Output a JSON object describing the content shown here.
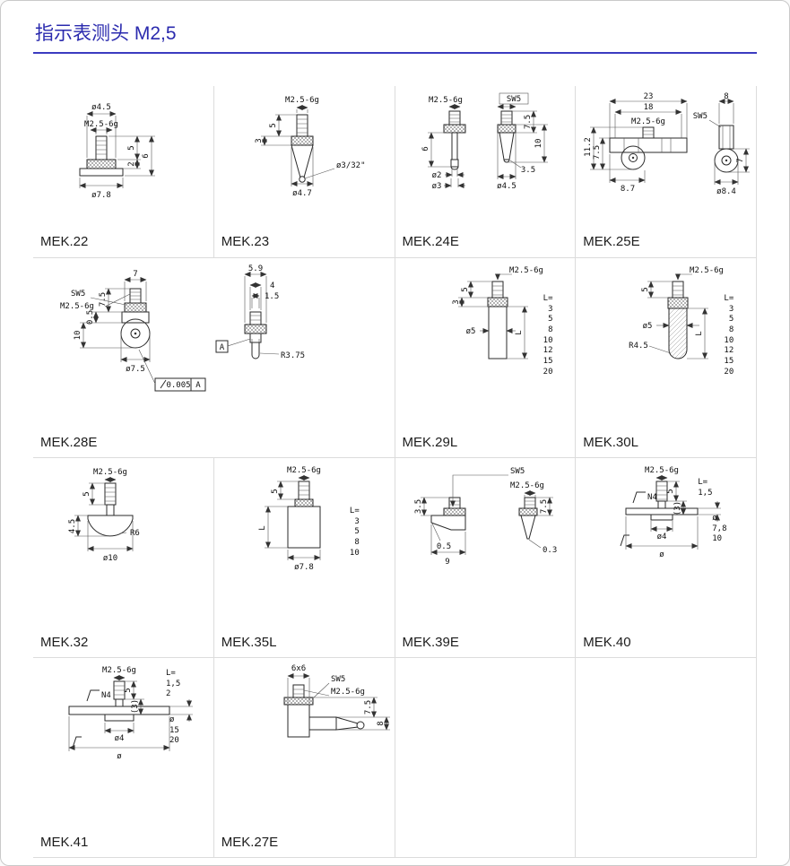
{
  "page": {
    "title": "指示表测头 M2,5"
  },
  "cells": [
    {
      "id": "MEK.22",
      "labels": {
        "dia_top": "ø4.5",
        "thread": "M2.5-6g",
        "l5": "5",
        "l2": "2",
        "l6": "6",
        "dia_base": "ø7.8"
      }
    },
    {
      "id": "MEK.23",
      "labels": {
        "thread": "M2.5-6g",
        "l5": "5",
        "l3": "3",
        "tip": "ø3/32\"",
        "dia_base": "ø4.7"
      }
    },
    {
      "id": "MEK.24E",
      "labels": {
        "thread": "M2.5-6g",
        "sw": "SW5",
        "l6": "6",
        "dia2": "ø2",
        "dia3": "ø3",
        "l75": "7.5",
        "l10": "10",
        "l35": "3.5",
        "dia45": "ø4.5"
      }
    },
    {
      "id": "MEK.25E",
      "labels": {
        "l23": "23",
        "l18": "18",
        "thread": "M2.5-6g",
        "l8": "8",
        "sw": "SW5",
        "l112": "11.2",
        "l75": "7.5",
        "l7": "7",
        "l87": "8.7",
        "dia84": "ø8.4"
      }
    },
    {
      "id": "MEK.28E",
      "labels": {
        "l7": "7",
        "sw": "SW5",
        "thread": "M2.5-6g",
        "l75": "7.5",
        "l05": "0.5",
        "l10": "10",
        "dia75": "ø7.5",
        "l59": "5.9",
        "l4": "4",
        "l15": "1.5",
        "datum": "A",
        "r": "R3.75",
        "tol": "0.005",
        "tol_datum": "A"
      }
    },
    {
      "id": "MEK.29L",
      "labels": {
        "thread": "M2.5-6g",
        "l5": "5",
        "l3": "3",
        "dia5": "ø5",
        "L": "L",
        "table": "L=\n3\n5\n8\n10\n12\n15\n20"
      }
    },
    {
      "id": "MEK.30L",
      "labels": {
        "thread": "M2.5-6g",
        "l5": "5",
        "dia5": "ø5",
        "r45": "R4.5",
        "L": "L",
        "table": "L=\n3\n5\n8\n10\n12\n15\n20"
      }
    },
    {
      "id": "MEK.32",
      "labels": {
        "thread": "M2.5-6g",
        "l5": "5",
        "l45": "4.5",
        "r6": "R6",
        "dia10": "ø10"
      }
    },
    {
      "id": "MEK.35L",
      "labels": {
        "thread": "M2.5-6g",
        "l5": "5",
        "L": "L",
        "dia78": "ø7.8",
        "table": "L=\n3\n5\n8\n10"
      }
    },
    {
      "id": "MEK.39E",
      "labels": {
        "sw": "SW5",
        "thread": "M2.5-6g",
        "l35": "3.5",
        "l05": "0.5",
        "l9": "9",
        "l75": "7.5",
        "l03": "0.3"
      }
    },
    {
      "id": "MEK.40",
      "labels": {
        "thread": "M2.5-6g",
        "n4": "N4",
        "l5": "5",
        "l3p": "(3)",
        "Ltab": "L=\n1,5",
        "diatab": "ø\n7,8\n10",
        "dia4": "ø4",
        "dia": "ø"
      }
    },
    {
      "id": "MEK.41",
      "labels": {
        "thread": "M2.5-6g",
        "n4": "N4",
        "l5": "5",
        "l3p": "(3)",
        "Ltab": "L=\n1,5\n2",
        "diatab": "ø\n15\n20",
        "dia4": "ø4",
        "dia": "ø"
      }
    },
    {
      "id": "MEK.27E",
      "labels": {
        "l6x6": "6x6",
        "sw": "SW5",
        "thread": "M2.5-6g",
        "l75": "7.5",
        "l8": "8"
      }
    }
  ]
}
